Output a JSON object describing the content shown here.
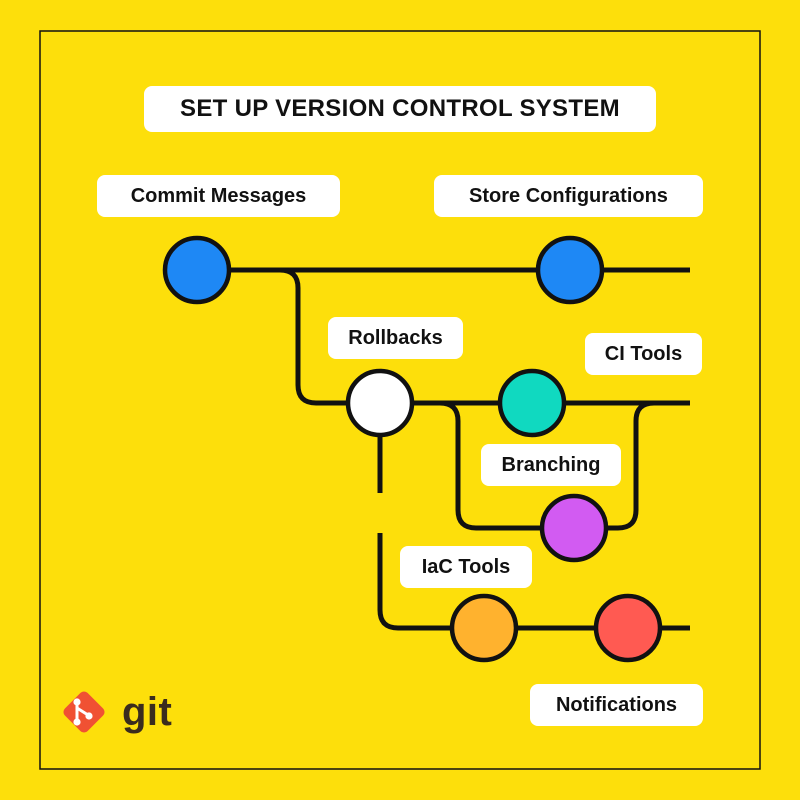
{
  "title": "SET UP VERSION CONTROL SYSTEM",
  "labels": {
    "commit_messages": "Commit Messages",
    "store_configurations": "Store Configurations",
    "rollbacks": "Rollbacks",
    "ci_tools": "CI Tools",
    "branching": "Branching",
    "iac_tools": "IaC Tools",
    "notifications": "Notifications"
  },
  "logo": {
    "text": "git",
    "icon": "git-branch-icon",
    "color": "#F05133"
  },
  "colors": {
    "background": "#FDDF0B",
    "line": "#111111",
    "commit_messages": "#1E88F5",
    "store_configurations": "#1E88F5",
    "rollbacks": "#FFFFFF",
    "ci_tools": "#10D9C0",
    "branching": "#D25BF2",
    "iac_tools": "#FFB22E",
    "notifications": "#FF5A52"
  }
}
